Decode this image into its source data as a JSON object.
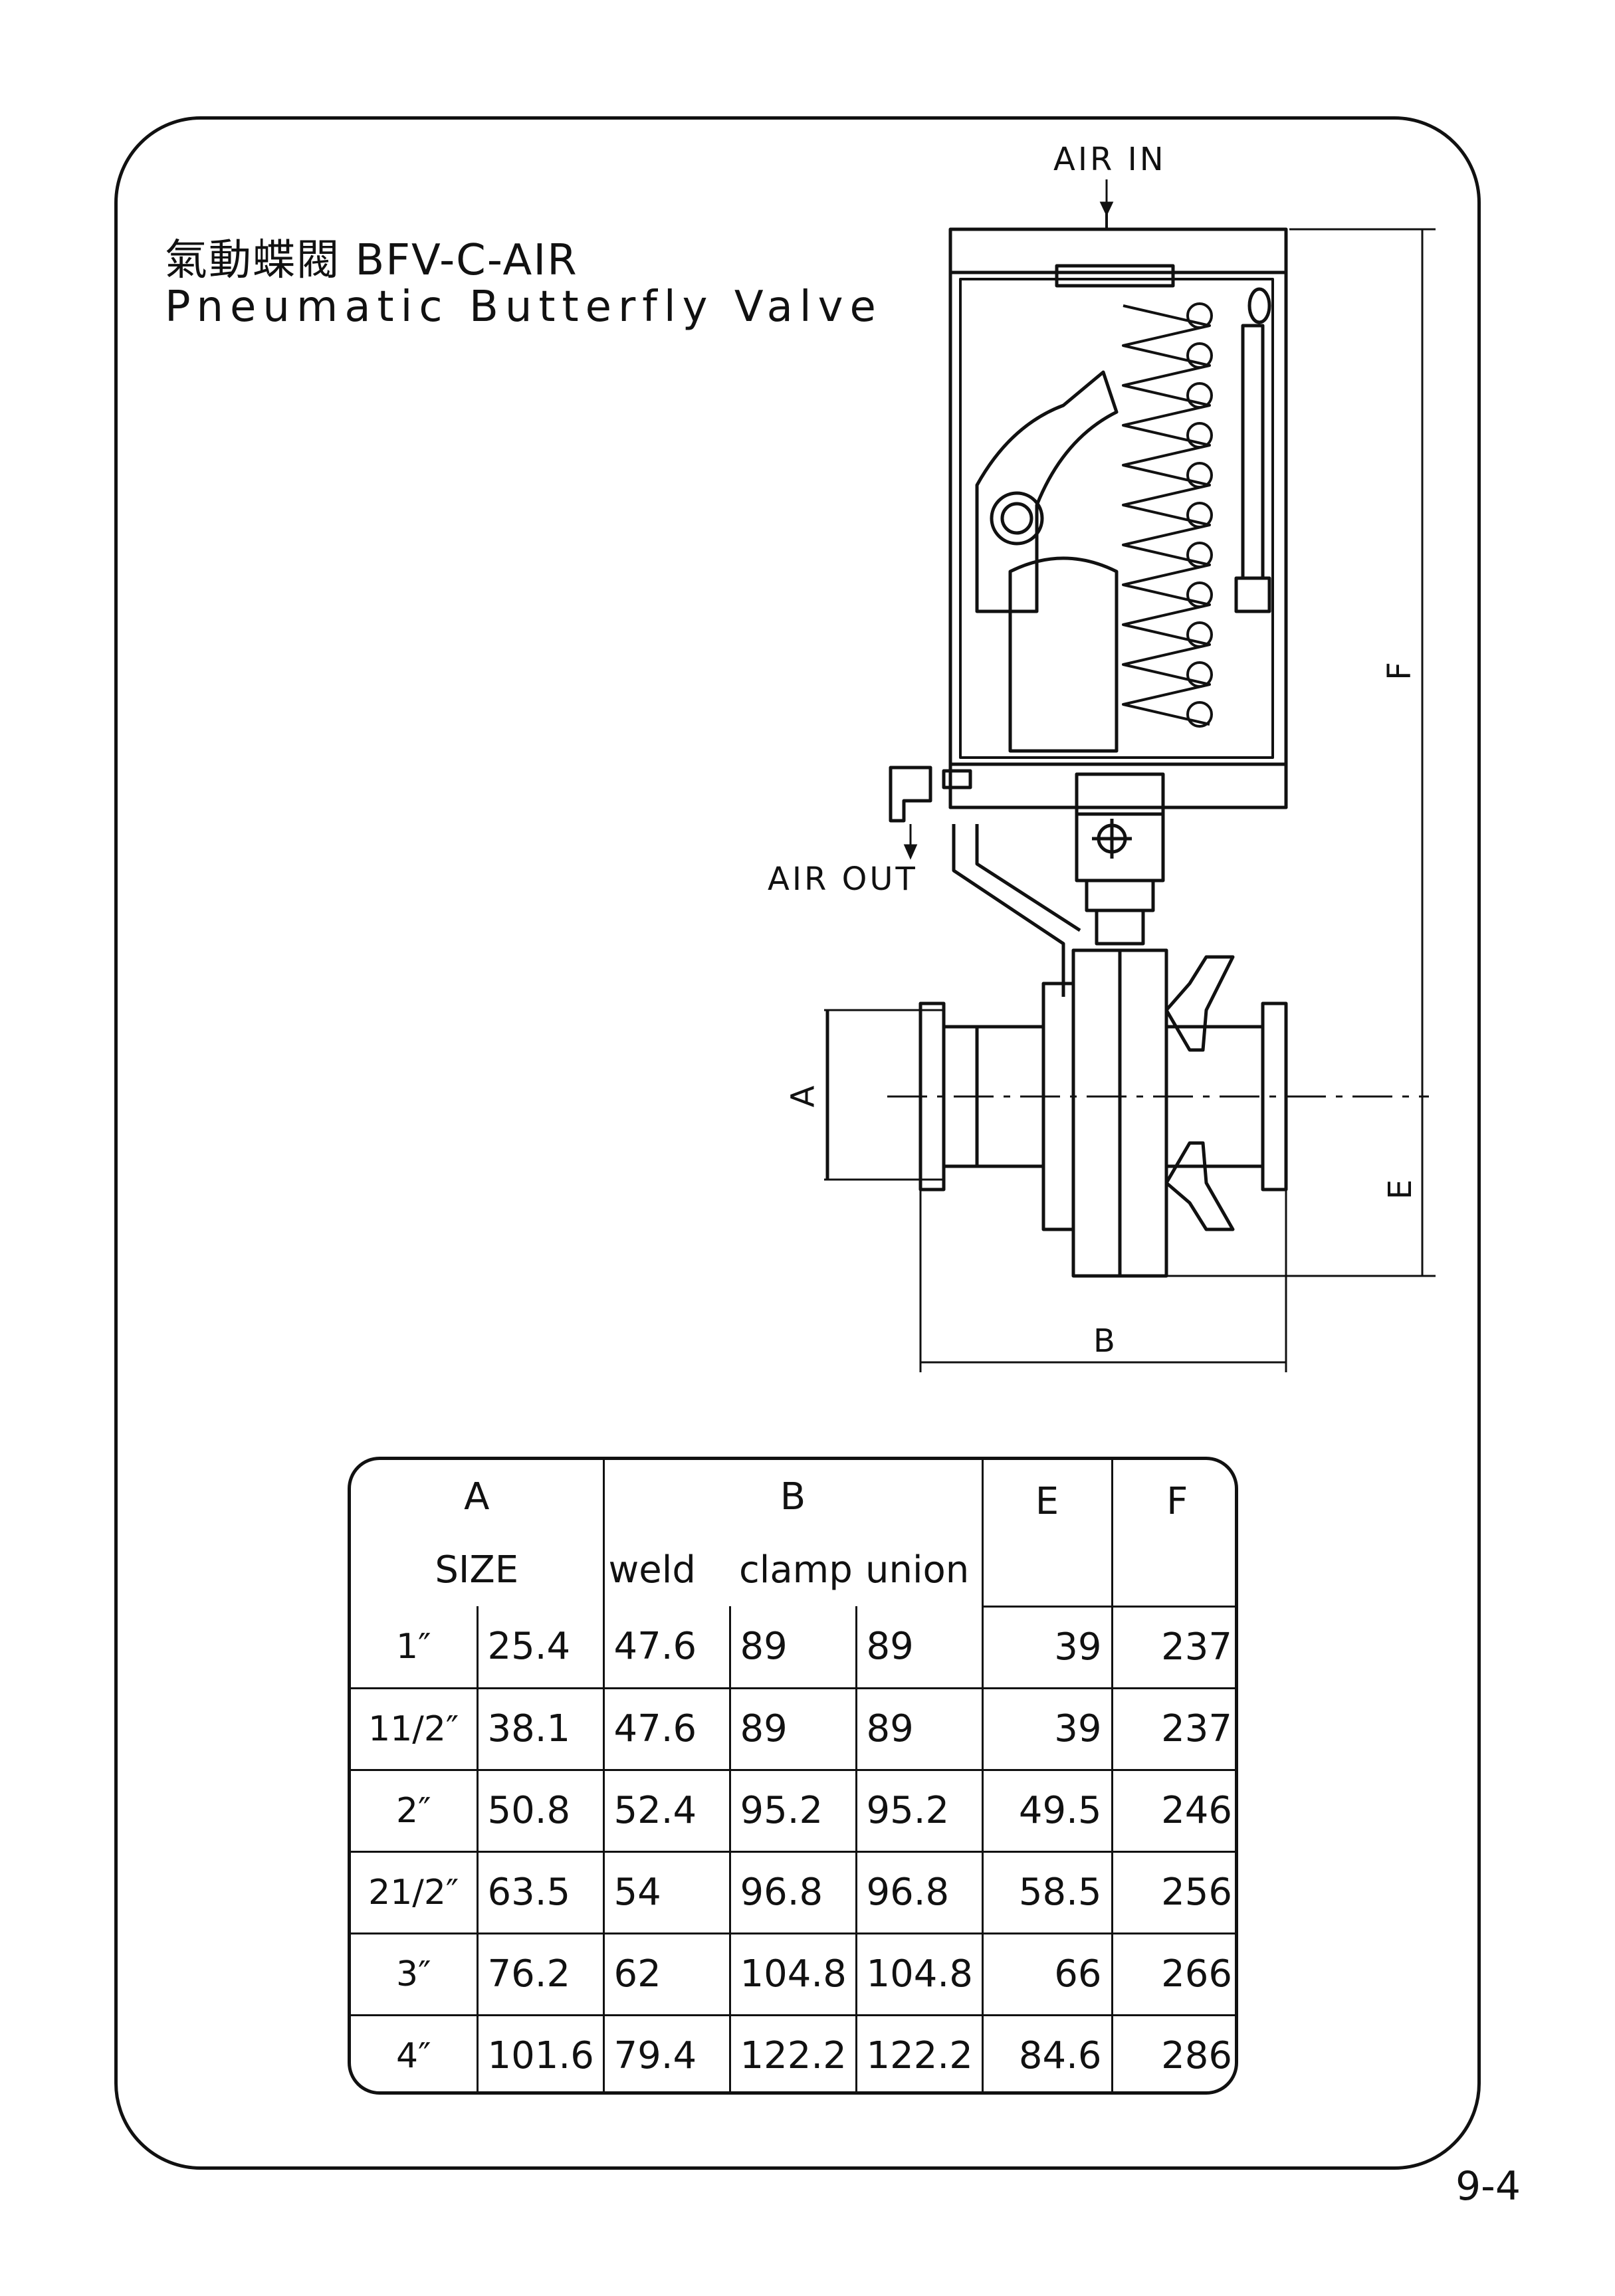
{
  "title": {
    "line1": "氣動蝶閥 BFV-C-AIR",
    "line2": "Pneumatic Butterfly Valve"
  },
  "drawing": {
    "air_in": "AIR IN",
    "air_out": "AIR OUT",
    "dim_a": "A",
    "dim_b": "B",
    "dim_e": "E",
    "dim_f": "F"
  },
  "table": {
    "headers": {
      "a": "A",
      "size": "SIZE",
      "b": "B",
      "weld": "weld",
      "clamp": "clamp",
      "union": "union",
      "e": "E",
      "f": "F"
    },
    "rows": [
      {
        "size": "1″",
        "a": "25.4",
        "weld": "47.6",
        "clamp": "89",
        "union": "89",
        "e": "39",
        "f": "237"
      },
      {
        "size": "11/2″",
        "a": "38.1",
        "weld": "47.6",
        "clamp": "89",
        "union": "89",
        "e": "39",
        "f": "237"
      },
      {
        "size": "2″",
        "a": "50.8",
        "weld": "52.4",
        "clamp": "95.2",
        "union": "95.2",
        "e": "49.5",
        "f": "246"
      },
      {
        "size": "21/2″",
        "a": "63.5",
        "weld": "54",
        "clamp": "96.8",
        "union": "96.8",
        "e": "58.5",
        "f": "256"
      },
      {
        "size": "3″",
        "a": "76.2",
        "weld": "62",
        "clamp": "104.8",
        "union": "104.8",
        "e": "66",
        "f": "266"
      },
      {
        "size": "4″",
        "a": "101.6",
        "weld": "79.4",
        "clamp": "122.2",
        "union": "122.2",
        "e": "84.6",
        "f": "286"
      }
    ]
  },
  "page_number": "9-4"
}
